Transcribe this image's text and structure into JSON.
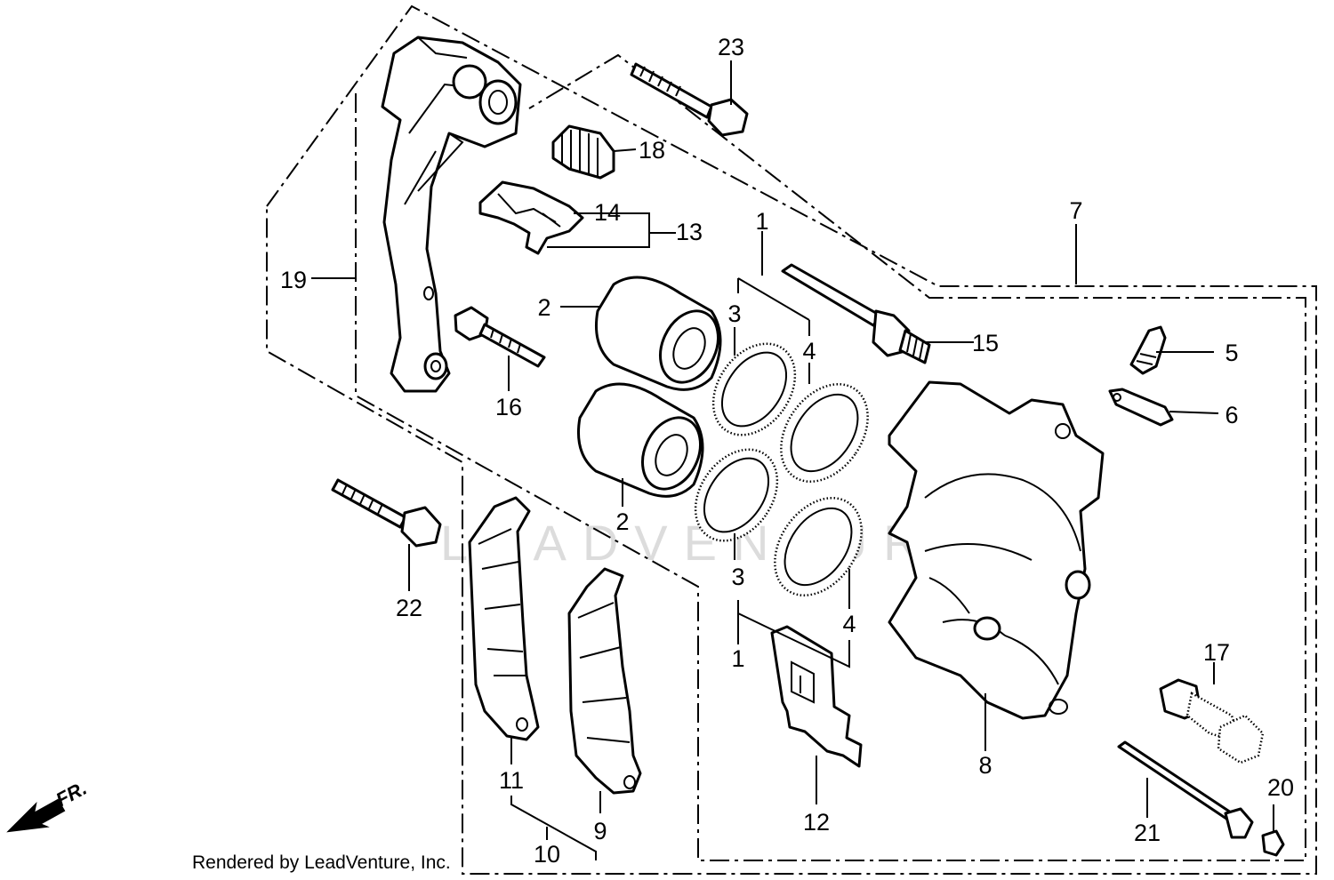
{
  "diagram": {
    "callouts": {
      "c1_top": "1",
      "c1_bottom": "1",
      "c2_top": "2",
      "c2_bottom": "2",
      "c3_top": "3",
      "c3_bottom": "3",
      "c4_top": "4",
      "c4_bottom": "4",
      "c5": "5",
      "c6": "6",
      "c7": "7",
      "c8": "8",
      "c9": "9",
      "c10": "10",
      "c11": "11",
      "c12": "12",
      "c13": "13",
      "c14": "14",
      "c15": "15",
      "c16": "16",
      "c17": "17",
      "c18": "18",
      "c19": "19",
      "c20": "20",
      "c21": "21",
      "c22": "22",
      "c23": "23"
    },
    "direction_label": "FR.",
    "watermark": "LEADVENTURE",
    "footer": "Rendered by LeadVenture, Inc."
  }
}
